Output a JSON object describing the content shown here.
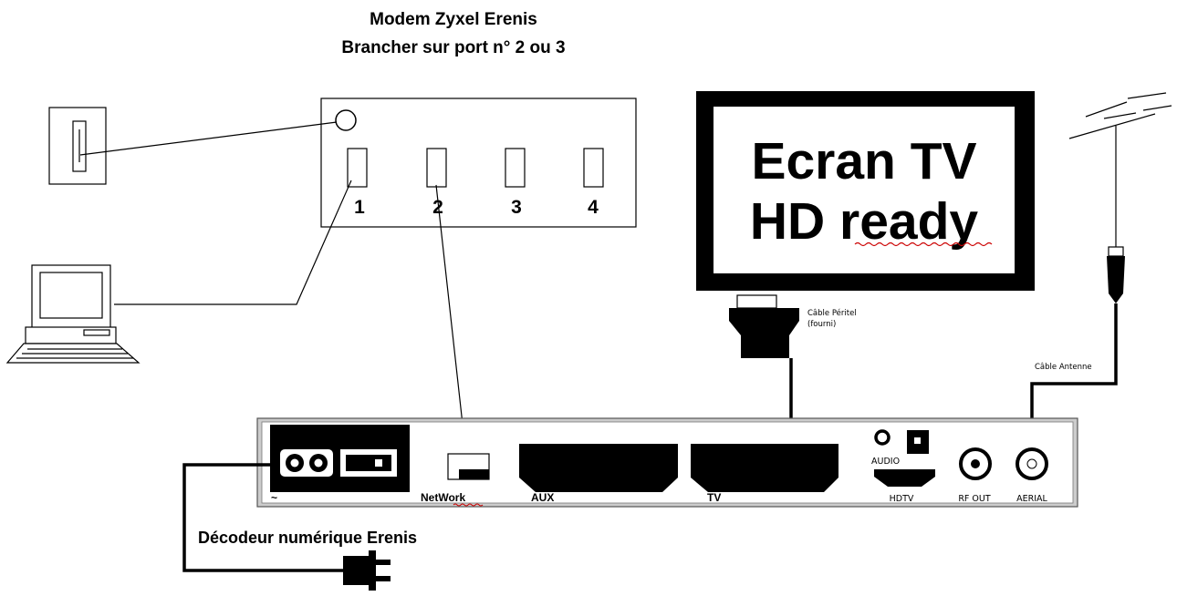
{
  "modem": {
    "title": "Modem Zyxel Erenis",
    "subtitle": "Brancher sur port n° 2 ou 3",
    "ports": [
      "1",
      "2",
      "3",
      "4"
    ]
  },
  "tv": {
    "line1": "Ecran TV",
    "line2": "HD ready"
  },
  "cables": {
    "peritel_line1": "Câble Péritel",
    "peritel_line2": "(fourni)",
    "antenna": "Câble Antenne"
  },
  "decoder": {
    "title": "Décodeur numérique Erenis",
    "power_label": "~",
    "network_label": "NetWork",
    "aux_label": "AUX",
    "tv_label": "TV",
    "audio_label": "AUDIO",
    "hdtv_label": "HDTV",
    "rf_out_label": "RF OUT",
    "aerial_label": "AERIAL"
  },
  "colors": {
    "ink": "#000000",
    "frame_fill": "#cccccc",
    "box_stroke": "#555555",
    "spell_underline": "#cc0000"
  }
}
